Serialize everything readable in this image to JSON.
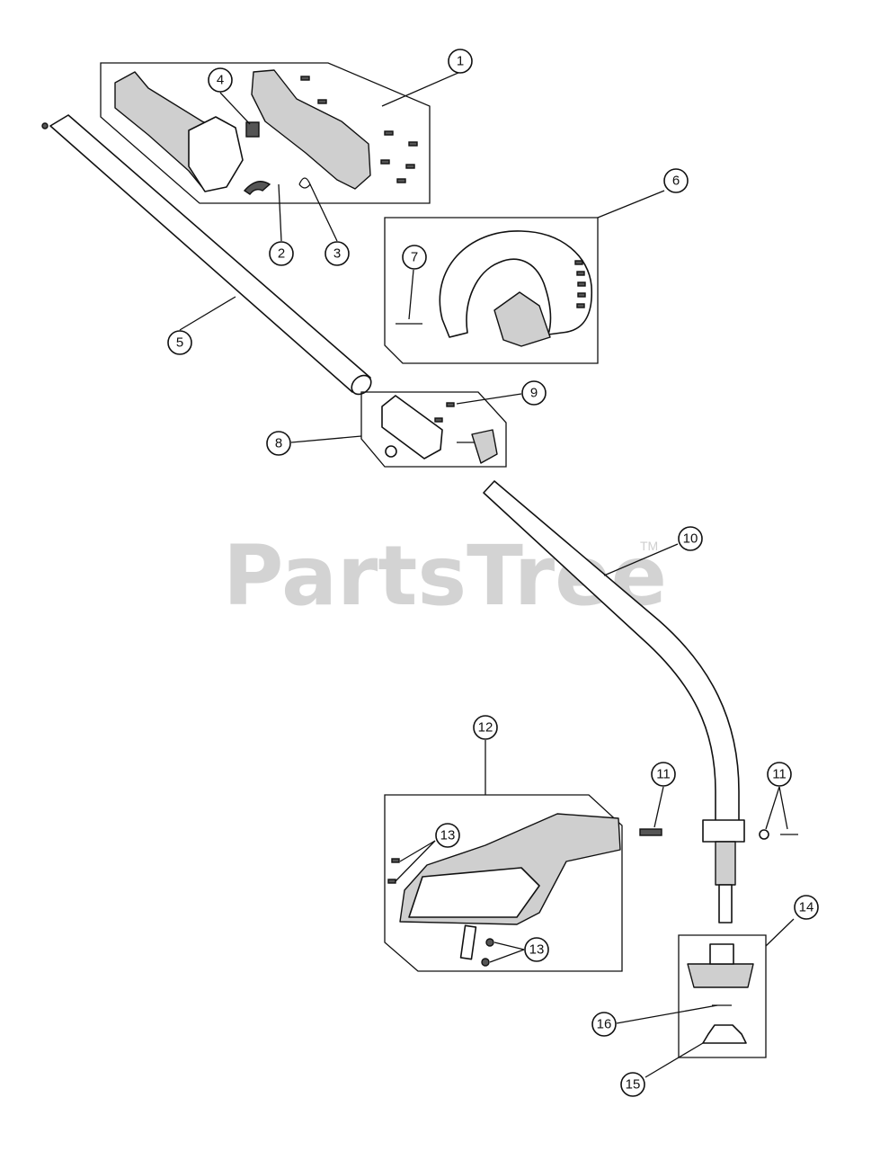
{
  "watermark": {
    "text": "PartsTree",
    "trademark": "TM"
  },
  "callouts": [
    {
      "id": "c1",
      "label": "1"
    },
    {
      "id": "c2",
      "label": "2"
    },
    {
      "id": "c3",
      "label": "3"
    },
    {
      "id": "c4",
      "label": "4"
    },
    {
      "id": "c5",
      "label": "5"
    },
    {
      "id": "c6",
      "label": "6"
    },
    {
      "id": "c7",
      "label": "7"
    },
    {
      "id": "c8",
      "label": "8"
    },
    {
      "id": "c9",
      "label": "9"
    },
    {
      "id": "c10",
      "label": "10"
    },
    {
      "id": "c11a",
      "label": "11"
    },
    {
      "id": "c11b",
      "label": "11"
    },
    {
      "id": "c12",
      "label": "12"
    },
    {
      "id": "c13a",
      "label": "13"
    },
    {
      "id": "c13b",
      "label": "13"
    },
    {
      "id": "c14",
      "label": "14"
    },
    {
      "id": "c15",
      "label": "15"
    },
    {
      "id": "c16",
      "label": "16"
    }
  ],
  "colors": {
    "line": "#111111",
    "watermark": "#d3d3d3",
    "background": "#ffffff"
  }
}
